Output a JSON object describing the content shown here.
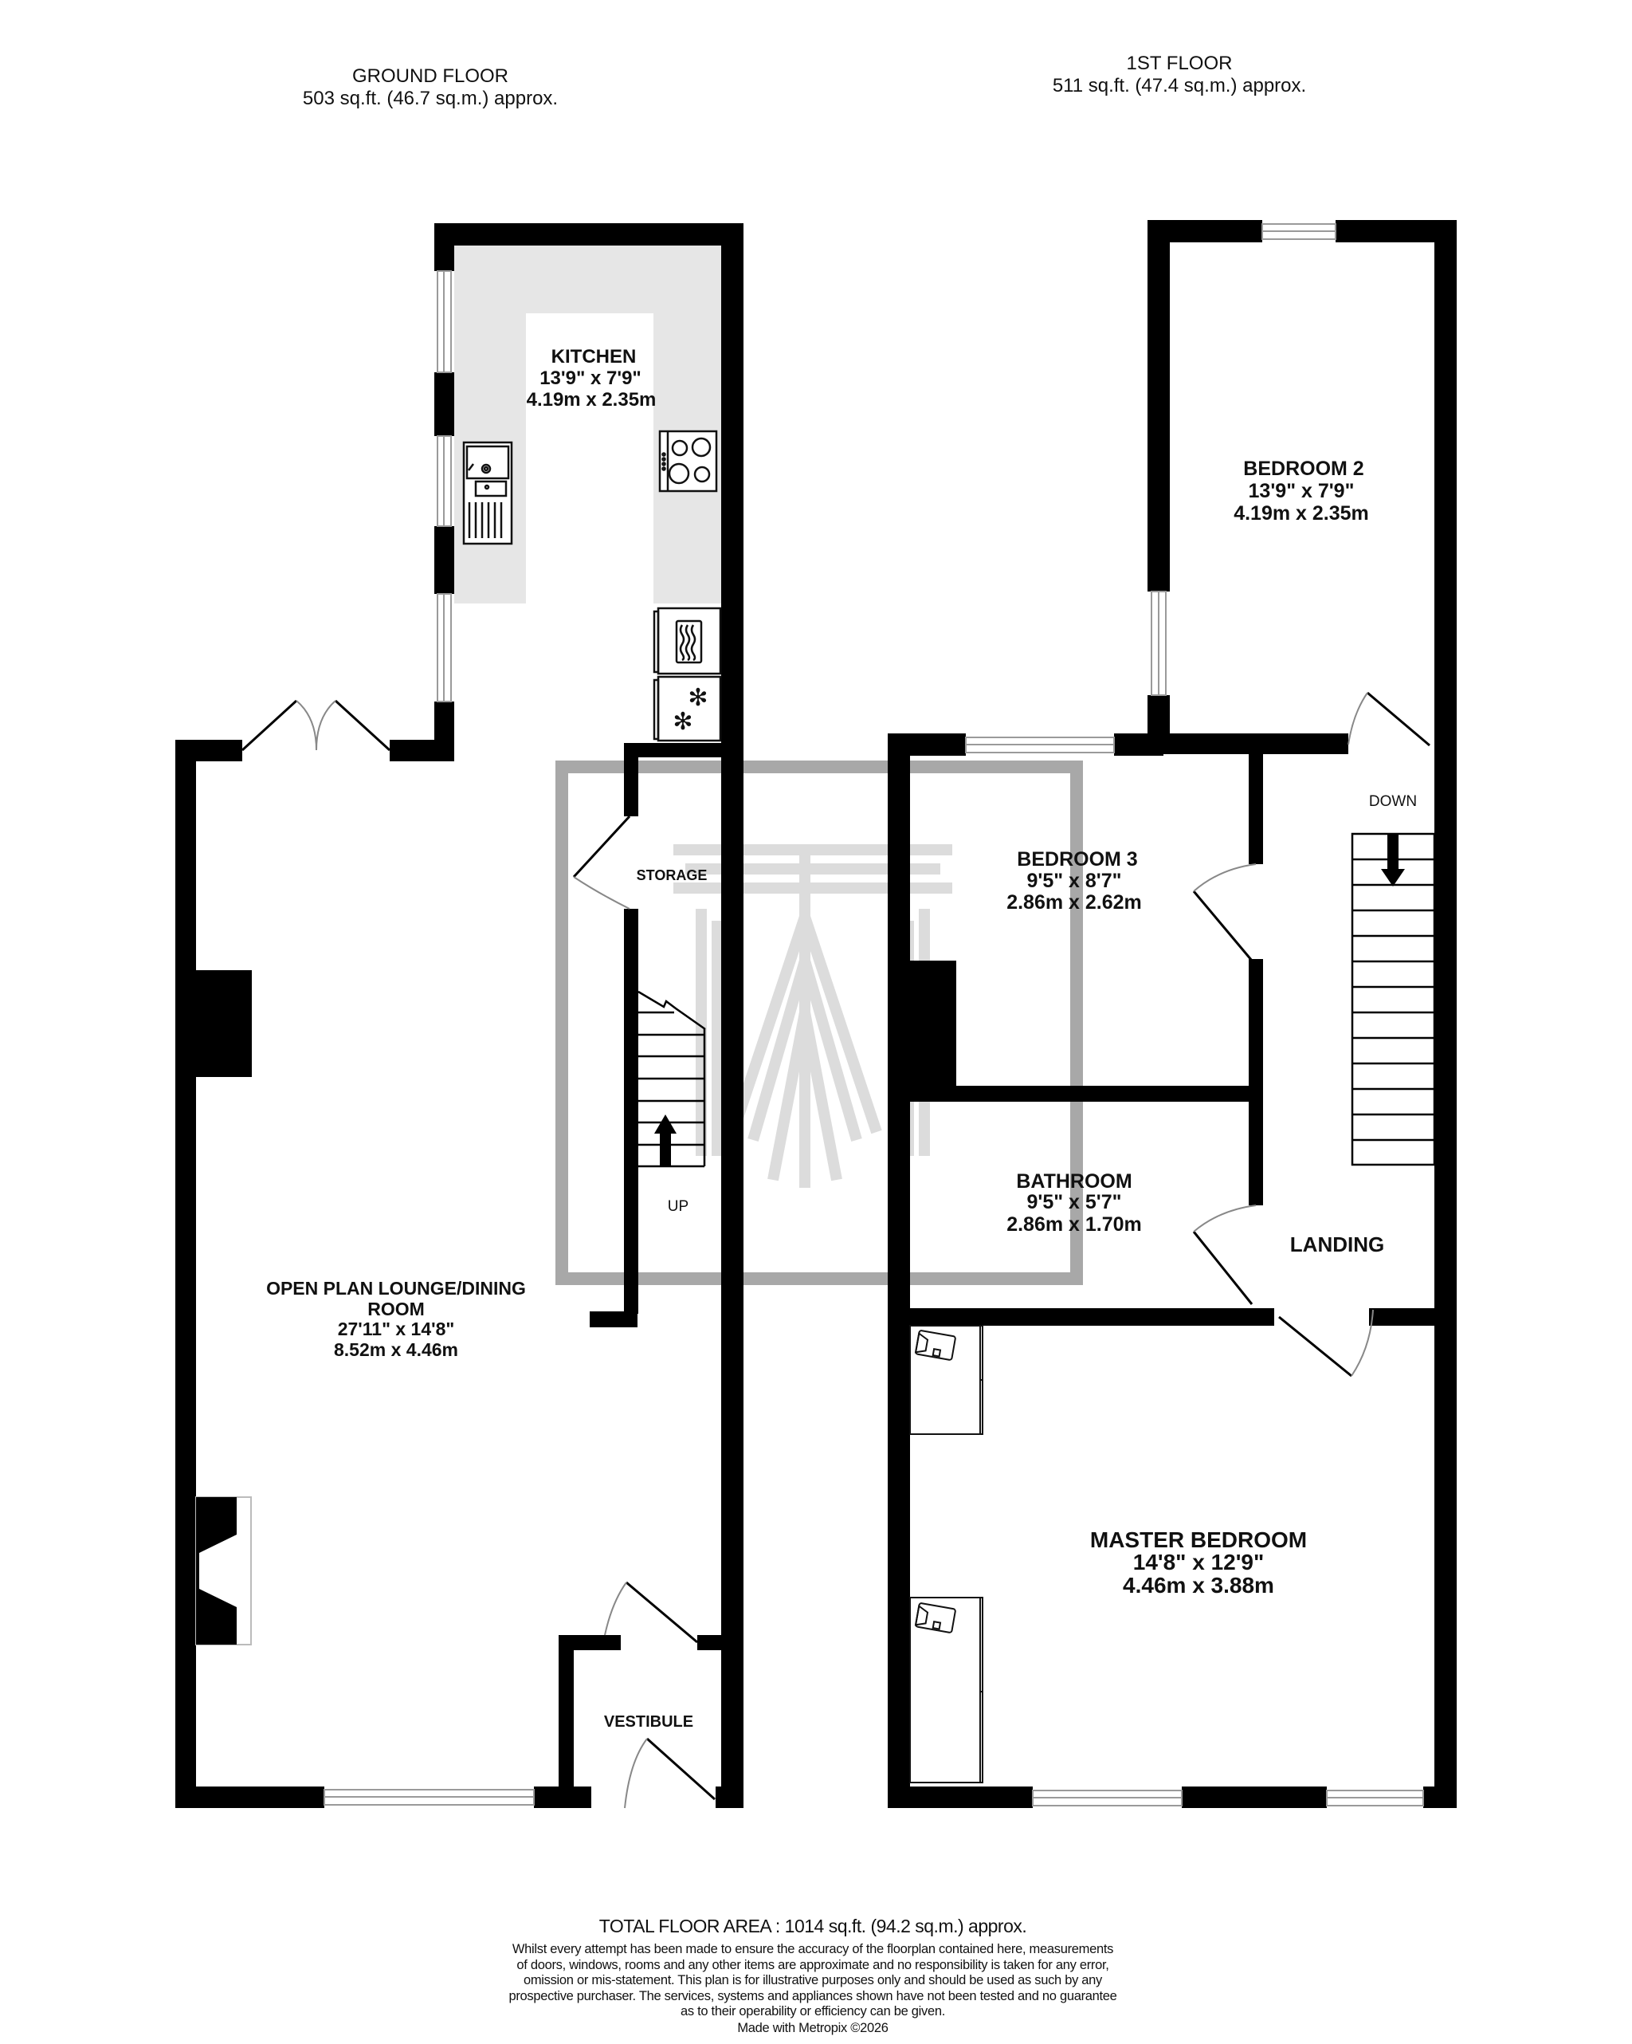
{
  "ground_floor": {
    "title": "GROUND FLOOR",
    "area": "503 sq.ft. (46.7 sq.m.) approx.",
    "rooms": {
      "kitchen": {
        "name": "KITCHEN",
        "imperial": "13'9\"  x 7'9\"",
        "metric": "4.19m  x 2.35m"
      },
      "lounge": {
        "name_line1": "OPEN PLAN LOUNGE/DINING",
        "name_line2": "ROOM",
        "imperial": "27'11\"  x 14'8\"",
        "metric": "8.52m  x 4.46m"
      },
      "storage": {
        "name": "STORAGE"
      },
      "vestibule": {
        "name": "VESTIBULE"
      }
    },
    "stairs_label": "UP"
  },
  "first_floor": {
    "title": "1ST FLOOR",
    "area": "511 sq.ft. (47.4 sq.m.) approx.",
    "rooms": {
      "bedroom2": {
        "name": "BEDROOM 2",
        "imperial": "13'9\"  x 7'9\"",
        "metric": "4.19m  x 2.35m"
      },
      "bedroom3": {
        "name": "BEDROOM 3",
        "imperial": "9'5\"  x 8'7\"",
        "metric": "2.86m  x 2.62m"
      },
      "bathroom": {
        "name": "BATHROOM",
        "imperial": "9'5\"  x 5'7\"",
        "metric": "2.86m  x 1.70m"
      },
      "landing": {
        "name": "LANDING"
      },
      "master": {
        "name": "MASTER BEDROOM",
        "imperial": "14'8\"  x 12'9\"",
        "metric": "4.46m  x 3.88m"
      }
    },
    "stairs_label": "DOWN"
  },
  "footer": {
    "total": "TOTAL FLOOR AREA : 1014 sq.ft. (94.2 sq.m.) approx.",
    "disclaimer_lines": [
      "Whilst every attempt has been made to ensure the accuracy of the floorplan contained here, measurements",
      "of doors, windows, rooms and any other items are approximate and no responsibility is taken for any error,",
      "omission or mis-statement. This plan is for illustrative purposes only and should be used as such by any",
      "prospective purchaser. The services, systems and appliances shown have not been tested and no guarantee",
      "as to their operability or efficiency can be given."
    ],
    "credit": "Made with Metropix ©2026"
  },
  "colors": {
    "wall": "#000000",
    "worktop": "#e6e6e6",
    "watermark_frame": "#a8a8a8",
    "watermark_logo": "#dcdcdc",
    "window": "#9a9a9a",
    "door_arc": "#888888"
  },
  "icons": {
    "sink": "sink-icon",
    "hob": "hob-icon",
    "oven": "oven-icon",
    "fridge_freezer": "fridge-freezer-icon",
    "fireplace": "fireplace-icon",
    "chimney_breast": "chimney-breast-icon",
    "wardrobe": "wardrobe-icon",
    "stairs_arrow_up": "arrow-up-icon",
    "stairs_arrow_down": "arrow-down-icon",
    "watermark": "watermark-logo-icon"
  }
}
